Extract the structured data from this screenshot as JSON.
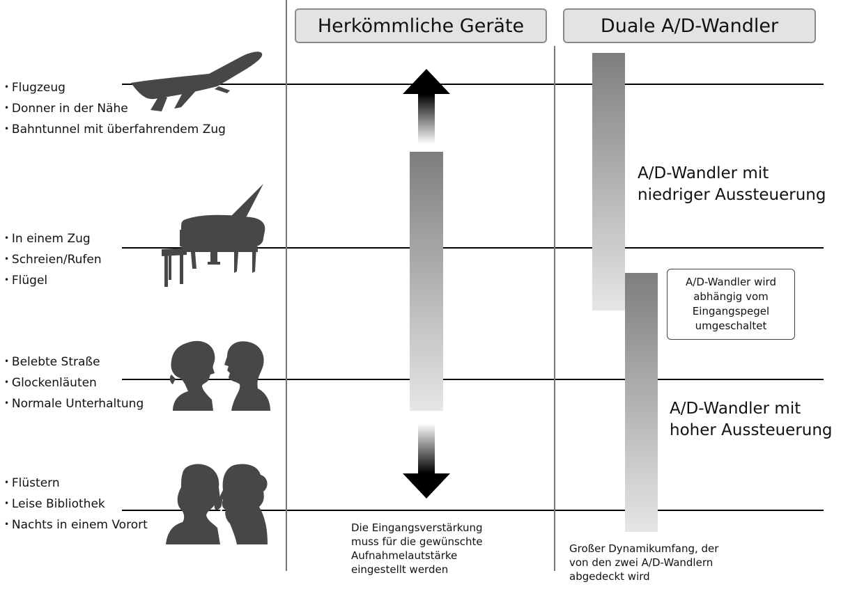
{
  "headers": {
    "conventional": "Herkömmliche Geräte",
    "dual": "Duale A/D-Wandler"
  },
  "sound_levels": [
    {
      "icon": "airplane-icon",
      "items": [
        "Flugzeug",
        "Donner in der Nähe",
        "Bahntunnel mit überfahrendem Zug"
      ]
    },
    {
      "icon": "grand-piano-icon",
      "items": [
        "In einem Zug",
        "Schreien/Rufen",
        "Flügel"
      ]
    },
    {
      "icon": "conversation-icon",
      "items": [
        "Belebte Straße",
        "Glockenläuten",
        "Normale Unterhaltung"
      ]
    },
    {
      "icon": "whisper-icon",
      "items": [
        "Flüstern",
        "Leise Bibliothek",
        "Nachts in einem Vorort"
      ]
    }
  ],
  "low_gain_label": [
    "A/D-Wandler mit",
    "niedriger Aussteuerung"
  ],
  "high_gain_label": [
    "A/D-Wandler mit",
    "hoher Aussteuerung"
  ],
  "switch_note": [
    "A/D-Wandler wird",
    "abhängig vom",
    "Eingangspegel",
    "umgeschaltet"
  ],
  "conventional_caption": [
    "Die Eingangsverstärkung",
    "muss für die gewünschte",
    "Aufnahmelautstärke",
    "eingestellt werden"
  ],
  "dual_caption": [
    "Großer Dynamikumfang, der",
    "von den zwei A/D-Wandlern",
    "abgedeckt wird"
  ],
  "colors": {
    "bar_dark": "#7e7e7e",
    "bar_light": "#e6e6e6",
    "header_bg": "#e3e3e3",
    "silhouette": "#474747",
    "arrow": "#000000"
  }
}
